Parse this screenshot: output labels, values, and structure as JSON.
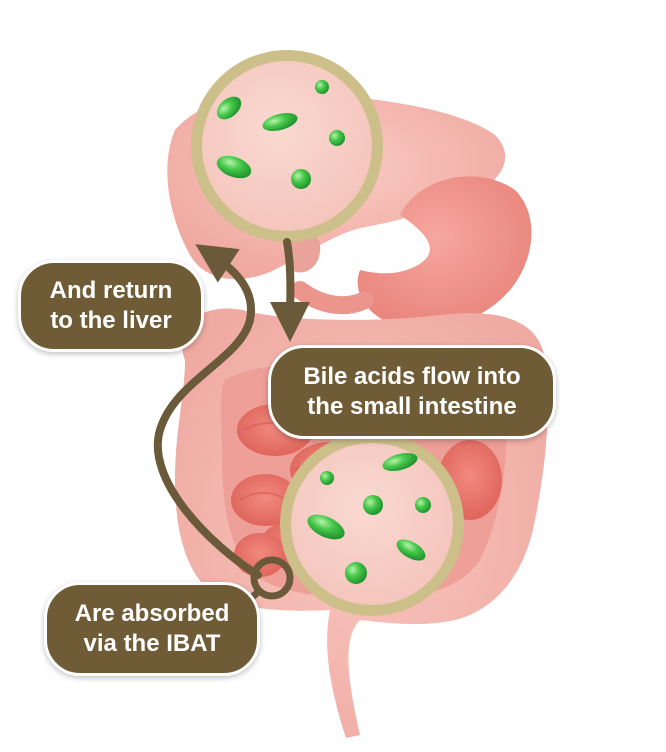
{
  "callouts": {
    "return_to_liver": "And return\nto the liver",
    "flow_to_intestine": "Bile acids flow into\nthe small intestine",
    "absorbed_ibat": "Are absorbed\nvia the IBAT"
  },
  "colors": {
    "callout_fill": "#6f5c36",
    "callout_border": "#ffffff",
    "arrow": "#6b5a3a",
    "magnifier_ring": "#cdbf8a",
    "magnifier_fill": "#f6cfc6",
    "bile_particle": "#3cbf3c",
    "organ_light": "#f6b8b0",
    "organ_mid": "#ef9f97",
    "organ_dark": "#e8776d",
    "background": "#ffffff"
  },
  "icons": {
    "particles": "green-bile-acid-droplets",
    "arrows": "circulation-arrows"
  }
}
